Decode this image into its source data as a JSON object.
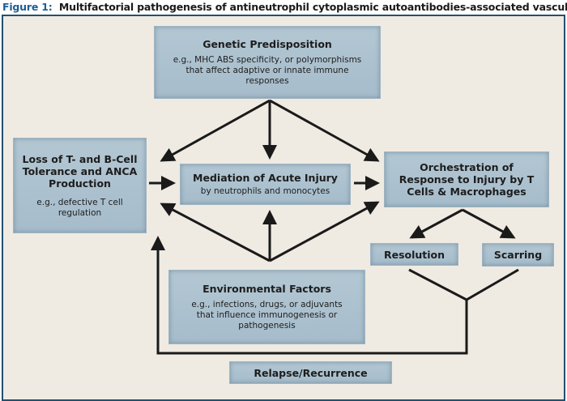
{
  "title": {
    "label": "Figure 1:",
    "text": "Multifactorial pathogenesis of antineutrophil cytoplasmic autoantibodies-associated vasculitis."
  },
  "boxes": {
    "genetic": {
      "title": "Genetic Predisposition",
      "desc": "e.g., MHC ABS specificity, or polymorphisms that affect adaptive or innate immune responses"
    },
    "tolerance": {
      "title": "Loss of T- and B-Cell Tolerance and ANCA Production",
      "desc": "e.g., defective T cell regulation"
    },
    "mediation": {
      "title": "Mediation of Acute Injury",
      "desc": "by neutrophils and monocytes"
    },
    "orchestration": {
      "title": "Orchestration of Response to Injury by T Cells & Macrophages"
    },
    "resolution": {
      "title": "Resolution"
    },
    "scarring": {
      "title": "Scarring"
    },
    "environmental": {
      "title": "Environmental Factors",
      "desc": "e.g., infections, drugs, or adjuvants that influence immunogenesis or pathogenesis"
    },
    "relapse": {
      "title": "Relapse/Recurrence"
    }
  },
  "colors": {
    "frame": "#24506f",
    "background": "#efebe2",
    "box": "#abc0cd",
    "arrow": "#1a1a1a"
  }
}
